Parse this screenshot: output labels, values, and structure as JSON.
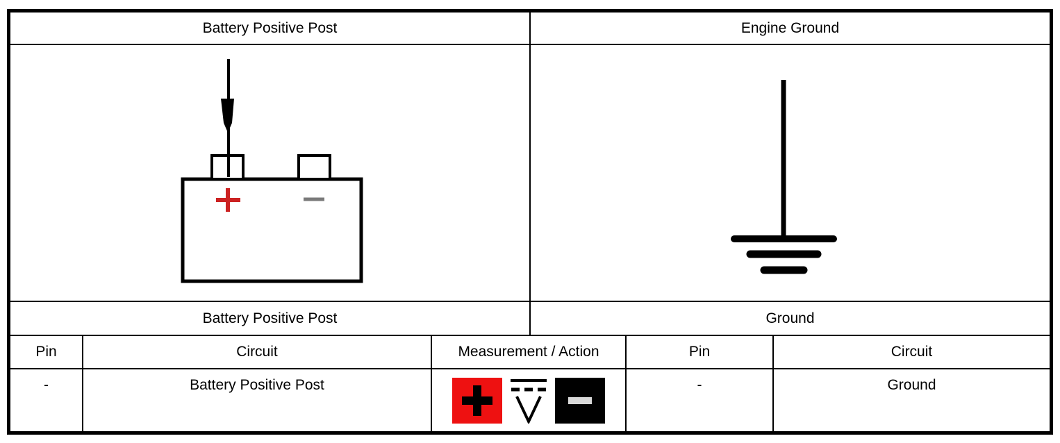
{
  "top_headers": {
    "left": "Battery Positive Post",
    "right": "Engine Ground"
  },
  "captions": {
    "left": "Battery Positive Post",
    "right": "Ground"
  },
  "diagrams": {
    "left": "battery with test probe on positive terminal",
    "right": "chassis ground symbol"
  },
  "pin_table": {
    "headers": [
      "Pin",
      "Circuit",
      "Measurement / Action",
      "Pin",
      "Circuit"
    ],
    "row": {
      "left_pin": "-",
      "left_circuit": "Battery Positive Post",
      "measurement_icons": [
        "positive-probe-icon",
        "dc-voltage-icon",
        "negative-probe-icon"
      ],
      "right_pin": "-",
      "right_circuit": "Ground"
    }
  },
  "colors": {
    "line_black": "#000000",
    "battery_plus_red": "#cc2222",
    "battery_minus_gray": "#7a7a7a",
    "probe_plus_bg_red": "#ee1111",
    "probe_minus_bg_black": "#000000",
    "minus_glyph_light": "#d8d8d8"
  }
}
